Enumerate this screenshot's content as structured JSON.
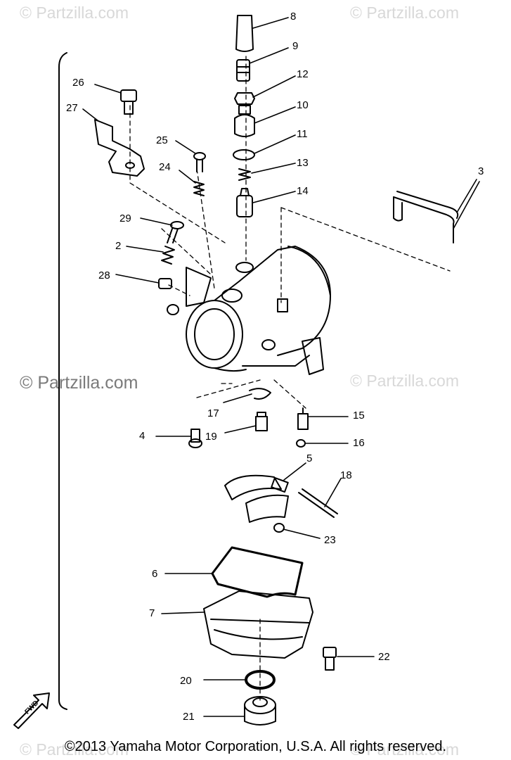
{
  "watermarks": {
    "tl": "© Partzilla.com",
    "tr": "© Partzilla.com",
    "ml": "© Partzilla.com",
    "mr": "© Partzilla.com",
    "bl": "© Partzilla.com",
    "br": "© Partzilla.com"
  },
  "callouts": {
    "c8": "8",
    "c9": "9",
    "c12": "12",
    "c10": "10",
    "c11": "11",
    "c13": "13",
    "c14": "14",
    "c3": "3",
    "c26": "26",
    "c27": "27",
    "c25": "25",
    "c24": "24",
    "c29": "29",
    "c2": "2",
    "c28": "28",
    "c17": "17",
    "c15": "15",
    "c16": "16",
    "c4": "4",
    "c19": "19",
    "c5": "5",
    "c18": "18",
    "c23": "23",
    "c6": "6",
    "c7": "7",
    "c22": "22",
    "c20": "20",
    "c21": "21"
  },
  "fwd": "FWD",
  "copyright": "©2013 Yamaha Motor Corporation, U.S.A. All rights reserved."
}
